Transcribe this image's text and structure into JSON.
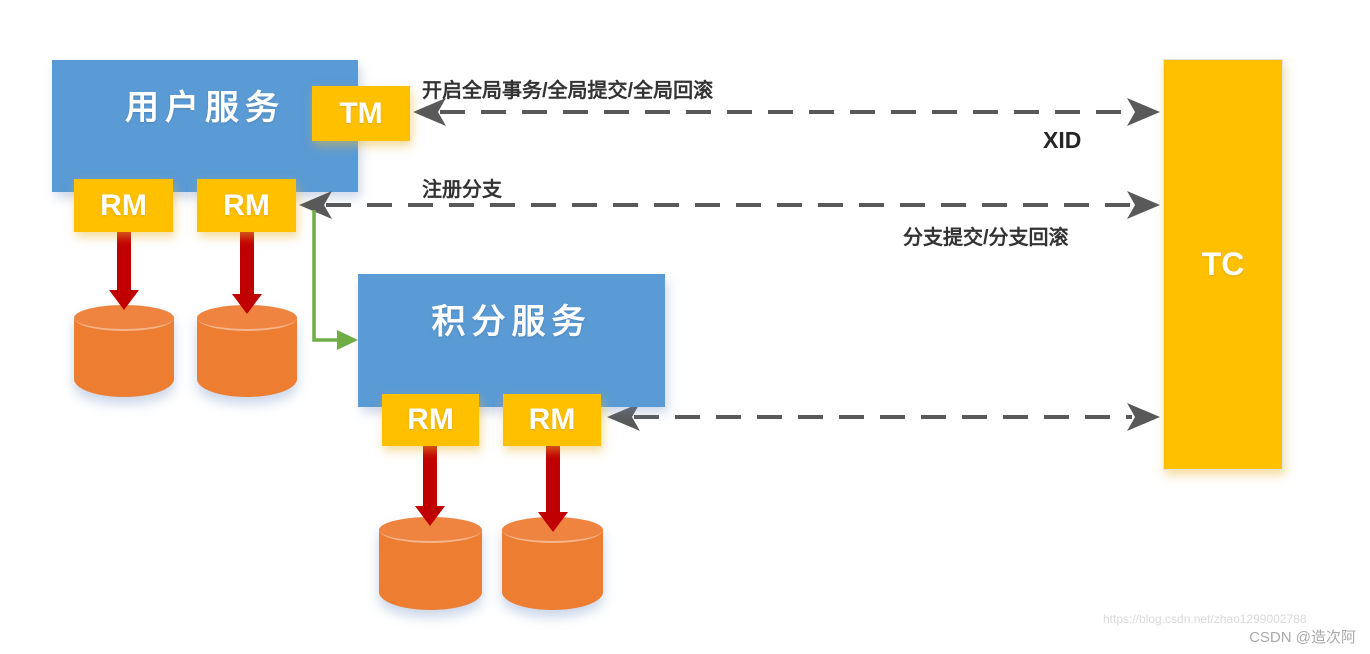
{
  "boxes": {
    "user_service": "用户服务",
    "points_service": "积分服务",
    "tm": "TM",
    "tc": "TC",
    "rm": "RM"
  },
  "labels": {
    "global_arrow": "开启全局事务/全局提交/全局回滚",
    "xid": "XID",
    "register_branch": "注册分支",
    "branch_ops": "分支提交/分支回滚"
  },
  "colors": {
    "service_blue": "#5B9BD5",
    "component_yellow": "#FFC000",
    "database_orange": "#ED7D31",
    "db_arrow_red": "#C00000",
    "invoke_green": "#70AD47",
    "dash_gray": "#595959"
  },
  "watermark": {
    "url": "https://blog.csdn.net/zhao1299002788",
    "credit": "CSDN @造次阿"
  }
}
